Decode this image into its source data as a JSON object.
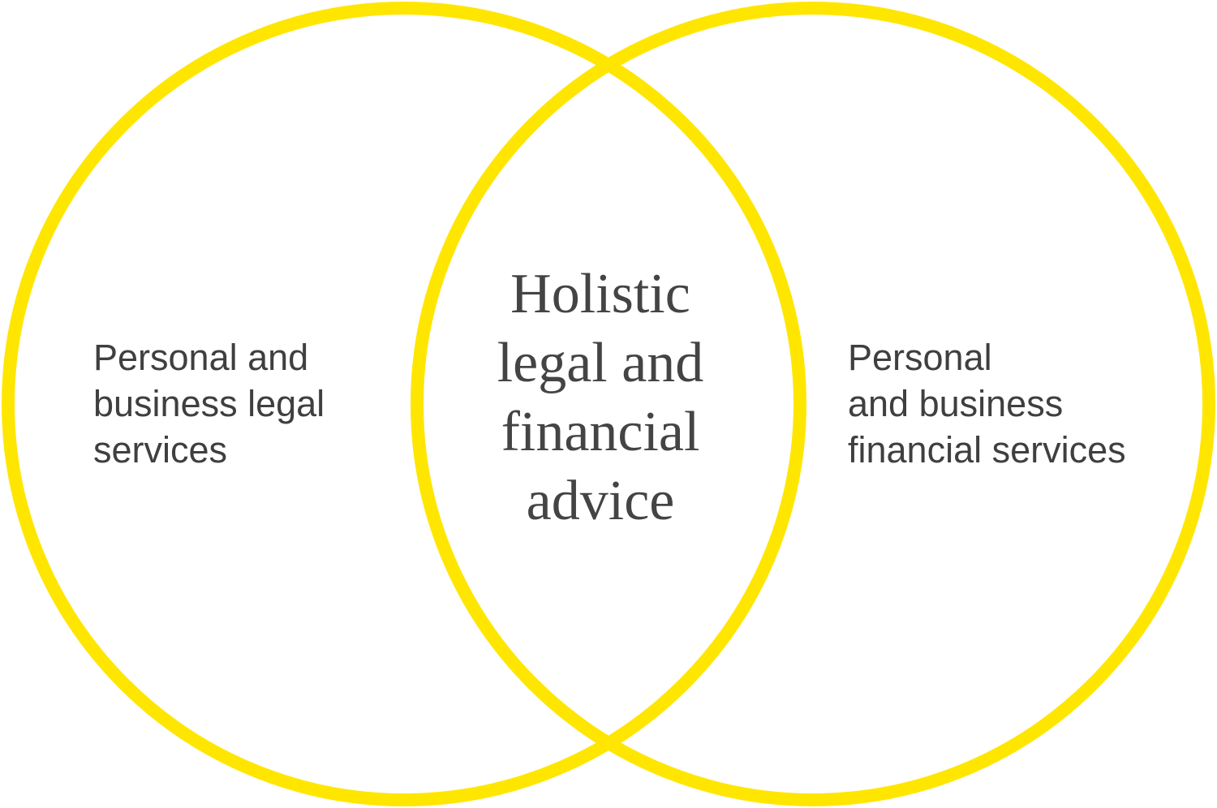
{
  "colors": {
    "circle": "#FFE600",
    "text": "#3f3f3f"
  },
  "left_circle": {
    "lines": [
      "Personal and",
      "business legal",
      "services"
    ]
  },
  "right_circle": {
    "lines": [
      "Personal",
      "and business",
      "financial services"
    ]
  },
  "intersection": {
    "lines": [
      "Holistic",
      "legal and",
      "financial",
      "advice"
    ]
  }
}
